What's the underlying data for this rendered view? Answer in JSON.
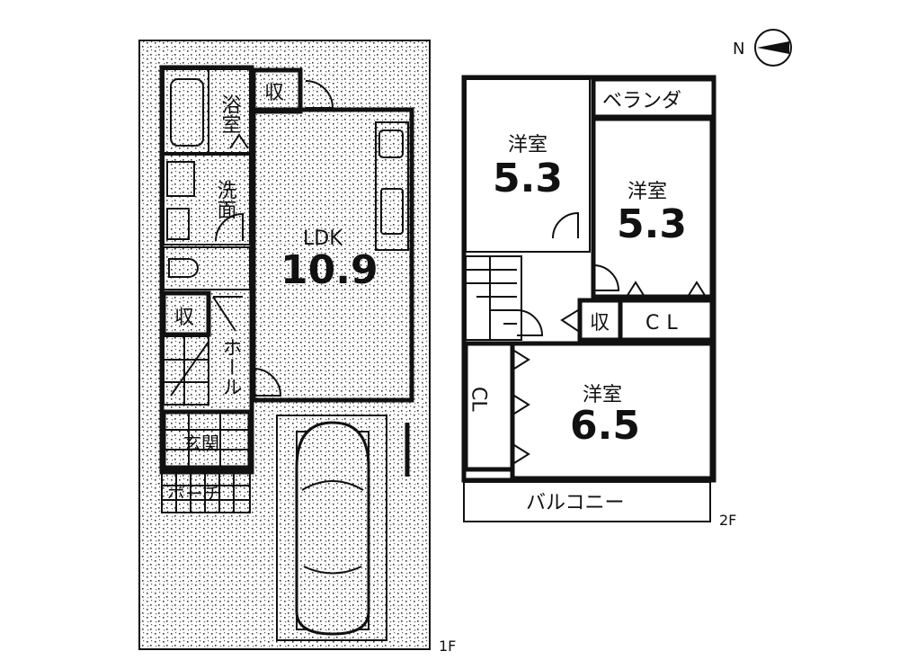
{
  "floor1": {
    "label": "1F",
    "rooms": {
      "bath": "浴室",
      "storage_top": "収",
      "washroom": "洗面",
      "ldk_name": "LDK",
      "ldk_size": "10.9",
      "storage_mid": "収",
      "hall": "ホール",
      "entrance": "玄関",
      "porch": "ポーチ"
    }
  },
  "floor2": {
    "label": "2F",
    "rooms": {
      "west_room_name": "洋室",
      "west_room_size": "5.3",
      "veranda": "ベランダ",
      "east_room_name": "洋室",
      "east_room_size": "5.3",
      "storage": "収",
      "closet_east": "CL",
      "closet_west": "CL",
      "south_room_name": "洋室",
      "south_room_size": "6.5",
      "balcony": "バルコニー"
    }
  },
  "compass": {
    "label": "N"
  },
  "colors": {
    "line": "#111111",
    "background": "#ffffff"
  }
}
